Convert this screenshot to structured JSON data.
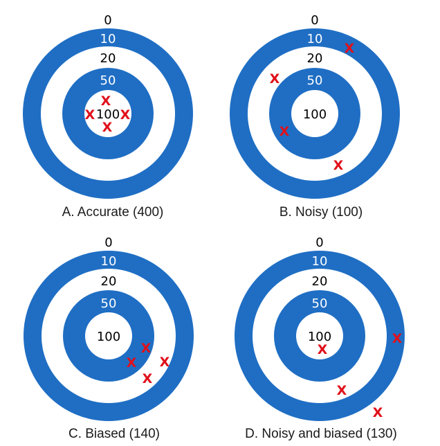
{
  "colors": {
    "ring_blue": "#1f6ec4",
    "hit_red": "#e0101a"
  },
  "ring_labels": {
    "outer": "0",
    "ring1": "10",
    "ring2": "20",
    "ring3": "50",
    "bull": "100"
  },
  "hit_mark": "X",
  "targets": [
    {
      "id": "a",
      "caption": "A. Accurate (400)",
      "hits": 4
    },
    {
      "id": "b",
      "caption": "B. Noisy (100)",
      "hits": 4
    },
    {
      "id": "c",
      "caption": "C. Biased (140)",
      "hits": 4
    },
    {
      "id": "d",
      "caption": "D. Noisy and biased (130)",
      "hits": 4
    }
  ]
}
